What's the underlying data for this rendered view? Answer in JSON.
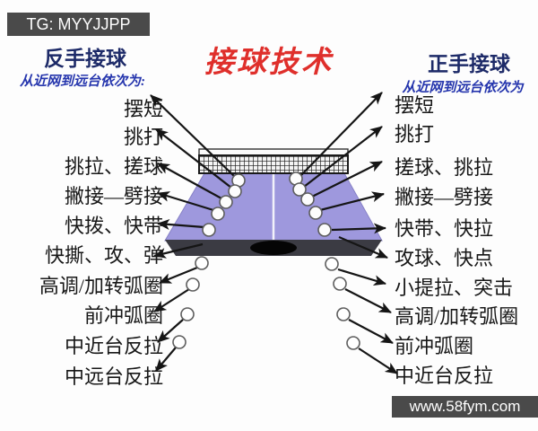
{
  "badges": {
    "top_left": "TG: MYYJJPP",
    "bottom_right": "www.58fym.com"
  },
  "title": "接球技术",
  "left_section": {
    "heading": "反手接球",
    "subheading": "从近网到远台依次为:",
    "labels": [
      "摆短",
      "挑打",
      "挑拉、搓球",
      "撇接—劈接",
      "快拨、快带",
      "快撕、攻、弹",
      "高调/加转弧圈",
      "前冲弧圈",
      "中近台反拉",
      "中远台反拉"
    ]
  },
  "right_section": {
    "heading": "正手接球",
    "subheading": "从近网到远台依次为",
    "labels": [
      "摆短",
      "挑打",
      "搓球、挑拉",
      "撇接—劈接",
      "快带、快拉",
      "攻球、快点",
      "小提拉、突击",
      "高调/加转弧圈",
      "前冲弧圈",
      "中近台反拉"
    ]
  },
  "diagram": {
    "table_color": "#9e98dd",
    "table_edge_color": "#3b3b43",
    "net_style": "black-white checkered",
    "ball_style": "white circle, gray outline",
    "arrow_color": "#151515"
  },
  "colors": {
    "title_red": "#df2f2b",
    "heading_navy": "#1d2a68",
    "subheading_blue": "#2535ad",
    "badge_gray": "#4a4a4a",
    "label_black": "#171717"
  }
}
